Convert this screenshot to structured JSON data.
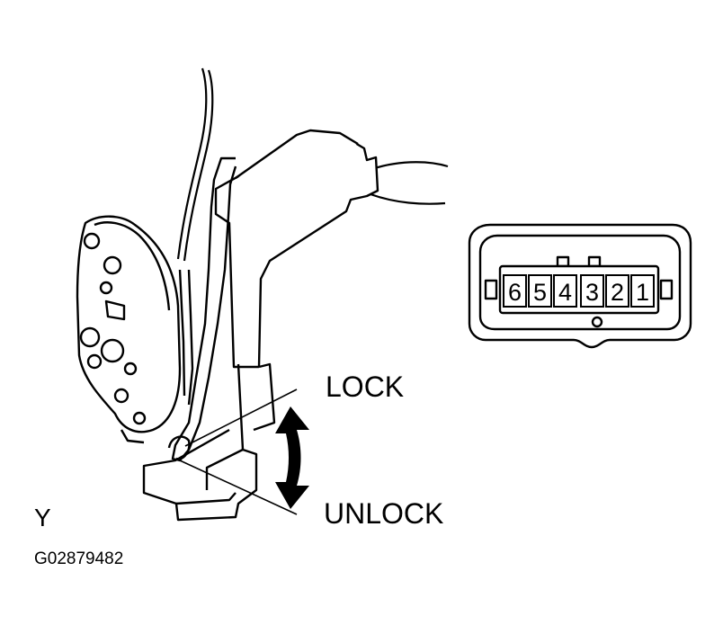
{
  "labels": {
    "lock": "LOCK",
    "unlock": "UNLOCK",
    "view": "Y",
    "figure_code": "G02879482"
  },
  "connector": {
    "pins": [
      "6",
      "5",
      "4",
      "3",
      "2",
      "1"
    ]
  },
  "colors": {
    "line": "#000000",
    "background": "#ffffff"
  },
  "icons": {
    "lock_unlock_arrow": "double-headed-curved-arrow-icon"
  }
}
